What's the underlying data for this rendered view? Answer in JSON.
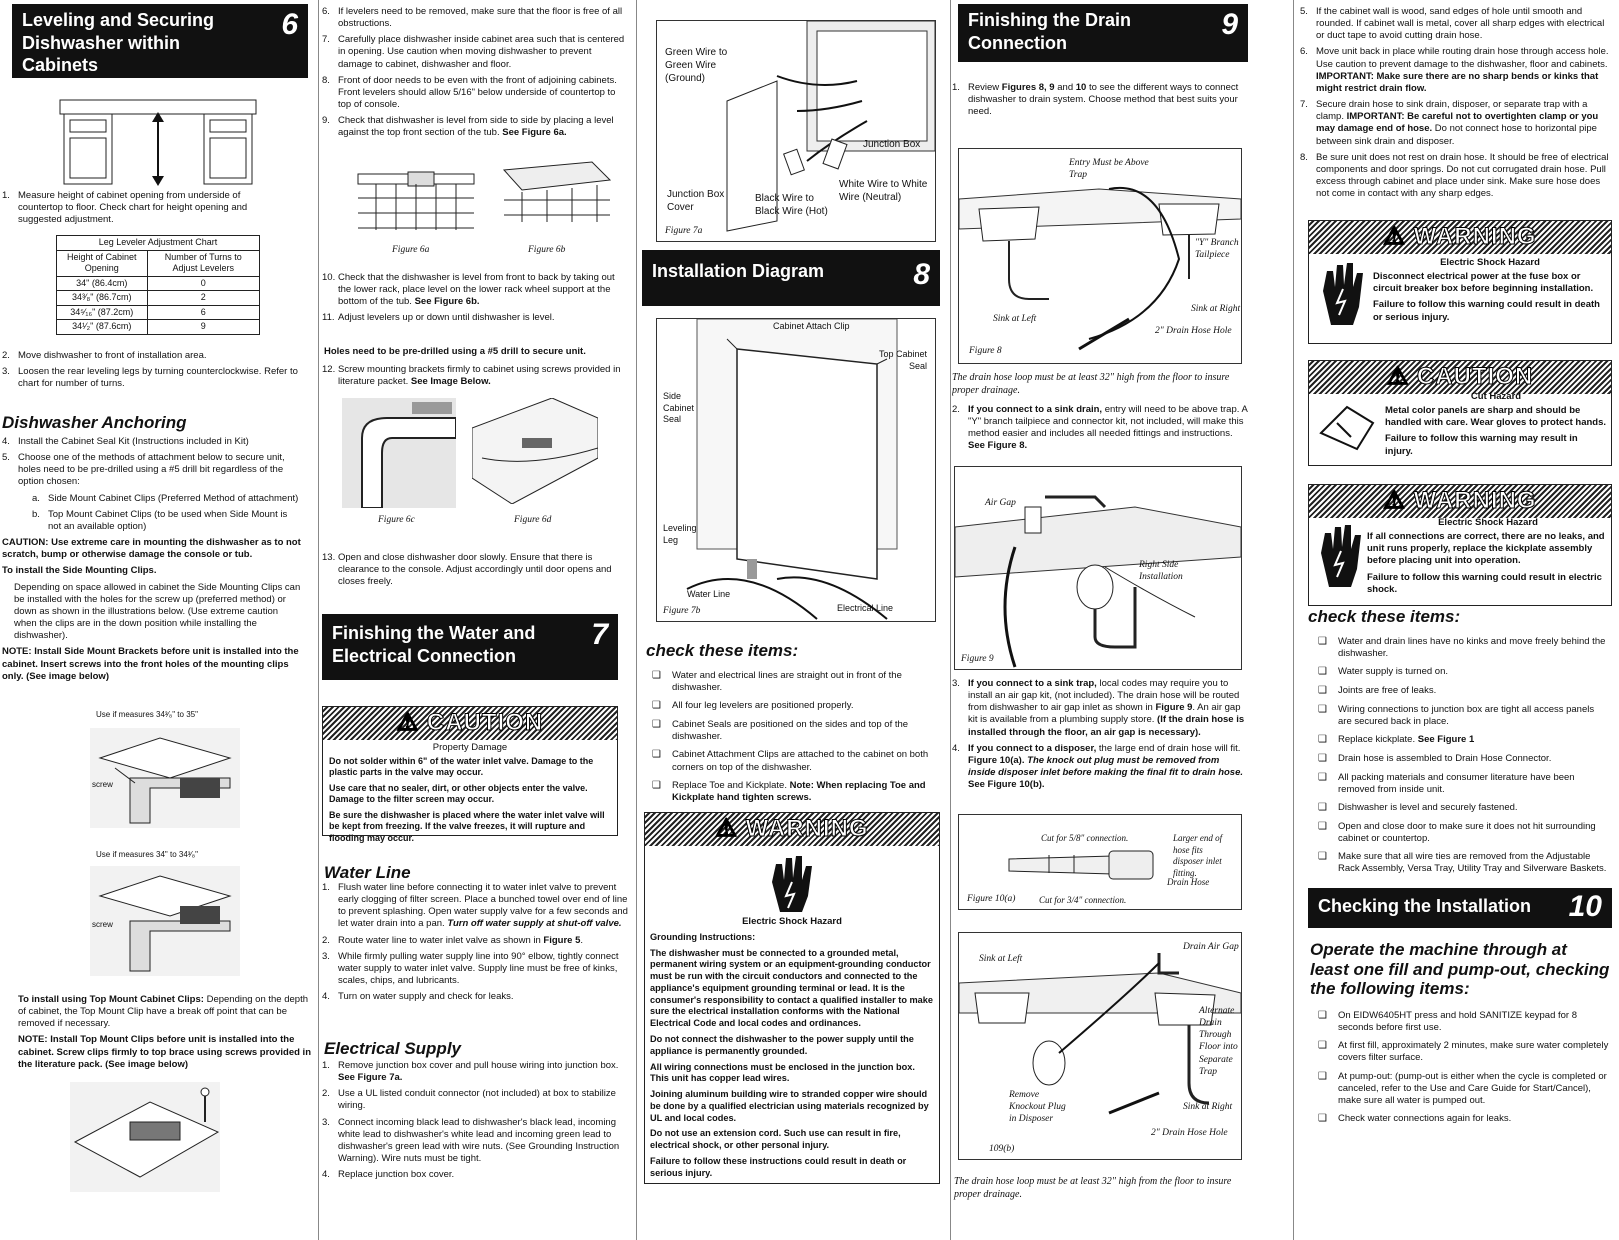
{
  "s6": {
    "title_l1": "Leveling and Securing",
    "title_l2": "Dishwasher within",
    "title_l3": "Cabinets",
    "num": "6",
    "step1": "Measure height of cabinet opening from underside of countertop to floor. Check chart for height opening and suggested adjustment.",
    "chart_title": "Leg Leveler Adjustment Chart",
    "chart_col1": "Height of Cabinet Opening",
    "chart_col2": "Number of Turns to Adjust Levelers",
    "rows": [
      {
        "h": "34\" (86.4cm)",
        "t": "0"
      },
      {
        "h": "34³⁄₈\" (86.7cm)",
        "t": "2"
      },
      {
        "h": "34⁵⁄₁₆\" (87.2cm)",
        "t": "6"
      },
      {
        "h": "34¹⁄₂\" (87.6cm)",
        "t": "9"
      }
    ],
    "step2": "Move dishwasher to front of installation area.",
    "step3": "Loosen the rear leveling legs by turning counterclockwise. Refer to chart for number of turns.",
    "anchoring_title": "Dishwasher Anchoring",
    "step4": "Install the Cabinet Seal Kit (Instructions included in Kit)",
    "step5": "Choose one of the methods of attachment below to secure unit, holes need to be pre-drilled using a #5 drill bit regardless of the option chosen:",
    "opt_a": "Side Mount Cabinet Clips  (Preferred Method of attachment)",
    "opt_b": "Top Mount Cabinet Clips (to be used when Side Mount is not an available option)",
    "caution": "CAUTION:  Use extreme care in mounting the dishwasher as to not scratch, bump or otherwise damage the console or tub.",
    "side_heading": "To install the Side Mounting Clips.",
    "side_text": "Depending on space allowed in cabinet the Side Mounting Clips can be installed with the holes for the screw up (preferred method) or down as shown in the illustrations below.  (Use extreme caution when the clips are in the down position while installing the dishwasher).",
    "note1": "NOTE: Install Side Mount Brackets before unit is installed into the cabinet.  Insert screws into the front holes of the mounting clips only. (See image below)",
    "use1": "Use if measures 34³⁄₈\" to 35\"",
    "use2": "Use if measures 34\" to 34³⁄₈\"",
    "screw": "screw",
    "top_heading": "To install using Top Mount Cabinet Clips:",
    "top_text": "Depending on the depth of cabinet, the Top Mount  Clip have a break off point that can be removed if  necessary.",
    "note2": "NOTE:  Install Top Mount Clips before unit is installed into the cabinet.  Screw clips firmly to top brace using screws provided in the literature pack. (See image below)"
  },
  "col2": {
    "step6": "If levelers need to be removed, make sure that the floor is free of all obstructions.",
    "step7": "Carefully place dishwasher inside cabinet area such that is centered in opening. Use caution when moving dishwasher to prevent damage to cabinet, dishwasher and floor.",
    "step8": "Front of door needs to be even with the front of adjoining cabinets. Front levelers should allow 5/16\" below underside of countertop to top of console.",
    "step9": "Check that dishwasher is level from side to side by  placing a level against the top front section of the tub.",
    "step9_ref": "See Figure 6a.",
    "fig6a": "Figure  6a",
    "fig6b": "Figure  6b",
    "step10": "Check that the dishwasher is level from front to back by taking out the lower rack, place level on the lower rack wheel support at the bottom of the tub.",
    "step10_ref": "See Figure 6b.",
    "step11": "Adjust levelers up or down until dishwasher is level.",
    "predrill": "Holes need to be pre-drilled using a #5 drill to secure unit.",
    "step12": "Screw mounting brackets firmly to cabinet  using screws provided in literature packet.",
    "step12_ref": "See Image Below.",
    "fig6c": "Figure  6c",
    "fig6d": "Figure  6d",
    "step13": "Open and close dishwasher door slowly. Ensure that there is clearance to the console.  Adjust accordingly until door opens and closes freely.",
    "s7_title_l1": "Finishing  the  Water  and",
    "s7_title_l2": "Electrical  Connection",
    "s7_num": "7",
    "caution_word": "CAUTION",
    "caution_sub": "Property Damage",
    "caution_p1": "Do not solder within 6\" of the water inlet valve. Damage to the plastic parts in the valve may occur.",
    "caution_p2": "Use care that no sealer, dirt, or other objects enter the valve. Damage to the filter screen may occur.",
    "caution_p3": "Be sure the dishwasher is placed where the water inlet valve will be kept from freezing. If the valve freezes, it will rupture and flooding may occur.",
    "water_title": "Water Line",
    "w1": "Flush water line before connecting it to water inlet valve to prevent early clogging of filter screen. Place a bunched towel over end of line to prevent splashing. Open water supply valve for a few seconds and let water drain into a pan.",
    "w1_em": "Turn off water supply at shut-off valve.",
    "w2": "Route water line to water inlet valve as shown in",
    "w2_ref": "Figure 5",
    "w3": "While firmly pulling water supply line into 90° elbow, tightly connect water supply to water inlet valve. Supply line must be free of kinks, scales, chips, and lubricants.",
    "w4": "Turn on water supply and check for leaks.",
    "elec_title": "Electrical Supply",
    "e1": "Remove junction box cover and pull house wiring into junction box.",
    "e1_ref": "See Figure 7a.",
    "e2": "Use a UL listed conduit connector (not included) at box to stabilize wiring.",
    "e3": "Connect incoming black lead to dishwasher's black lead, incoming white lead to dishwasher's white lead and incoming green lead to dishwasher's green lead with wire nuts. (See Grounding Instruction Warning).  Wire nuts must be tight.",
    "e4": "Replace junction box cover."
  },
  "col3": {
    "fig7a_labels": {
      "green": "Green Wire to Green Wire (Ground)",
      "jbox": "Junction Box",
      "cover": "Junction Box Cover",
      "black": "Black Wire to Black Wire (Hot)",
      "white": "White Wire to White Wire (Neutral)",
      "cap": "Figure  7a"
    },
    "s8_title": "Installation  Diagram",
    "s8_num": "8",
    "fig7b_labels": {
      "clip": "Cabinet Attach Clip",
      "topseal": "Top Cabinet Seal",
      "sideseal": "Side Cabinet Seal",
      "leg": "Leveling Leg",
      "water": "Water Line",
      "elec": "Electrical Line",
      "cap": "Figure  7b"
    },
    "check_title": "check these items:",
    "checks": [
      "Water and electrical lines are straight out in front of the dishwasher.",
      "All four leg levelers are positioned properly.",
      "Cabinet Seals are positioned on the sides and top of the dishwasher.",
      "Cabinet Attachment Clips are attached to the cabinet on both corners on top of the dishwasher."
    ],
    "check5": "Replace Toe and Kickplate.",
    "check5_note": "Note: When replacing Toe and Kickplate hand tighten screws.",
    "warning_word": "WARNING",
    "warn_sub": "Electric Shock Hazard",
    "ground_title": "Grounding Instructions:",
    "g1": "The dishwasher must be connected to a grounded metal, permanent wiring system or an equipment-grounding conductor must be run with the circuit conductors and connected to the appliance's equipment grounding terminal or lead. It is the consumer's responsibility to contact a qualified installer to make sure the electrical installation conforms with the National Electrical Code and local codes and ordinances.",
    "g2": "Do not connect the dishwasher to the power supply until the appliance is permanently grounded.",
    "g3": "All wiring connections must be enclosed in the junction box. This unit has copper lead wires.",
    "g4": "Joining aluminum building wire to stranded copper wire should be done by a qualified electrician using materials recognized by UL and local codes.",
    "g5": "Do not use an extension cord. Such use can result in fire, electrical shock, or other personal injury.",
    "g6": "Failure to follow these instructions could result in death or serious injury."
  },
  "col4": {
    "s9_title_l1": "Finishing  the  Drain",
    "s9_title_l2": "Connection",
    "s9_num": "9",
    "d1": "Review",
    "d1_ref": "Figures 8, 9",
    "d1_and": "and",
    "d1_ref2": "10",
    "d1_rest": "to see the different ways to connect dishwasher to drain system. Choose method that best suits your need.",
    "fig8_labels": {
      "entry": "Entry Must be Above Trap",
      "y": "\"Y\" Branch Tailpiece",
      "left": "Sink at Left",
      "right": "Sink at Right",
      "hole": "2\" Drain Hose Hole",
      "cap": "Figure  8"
    },
    "loop_note": "The drain hose loop must be at least 32\" high from the floor to insure proper drainage.",
    "d2_lead": "If you connect to a sink drain,",
    "d2": "entry will need to be above trap. A \"Y\" branch tailpiece and connector kit, not included, will make this method easier and includes all needed fittings and instructions.",
    "d2_ref": "See Figure 8.",
    "fig9_labels": {
      "airgap": "Air Gap",
      "right": "Right Side Installation",
      "cap": "Figure 9"
    },
    "d3_lead": "If you connect to a sink trap,",
    "d3": "local codes may require you to install an air gap kit, (not included). The drain hose will be routed from dishwasher to air gap inlet as shown in",
    "d3_ref": "Figure 9",
    "d3_b": ". An air gap kit is available from a plumbing supply store.",
    "d3_bold": "(If the drain hose is installed through the floor, an air gap is necessary).",
    "d4_lead": "If you connect to a disposer,",
    "d4": "the large end of drain hose will fit.",
    "d4_ref": "Figure 10(a).",
    "d4_em": "The knock out plug must be removed from inside disposer inlet before making the final fit to drain hose.",
    "d4_ref2": "See Figure 10(b).",
    "fig10a_labels": {
      "cut58": "Cut for 5/8\" connection.",
      "larger": "Larger end of hose fits disposer inlet fitting.",
      "hose": "Drain Hose",
      "cut34": "Cut for 3/4\" connection.",
      "cap": "Figure  10(a)"
    },
    "fig10b_labels": {
      "left": "Sink at Left",
      "airgap": "Drain Air Gap",
      "alt": "Alternate Drain Through Floor into Separate Trap",
      "remove": "Remove Knockout Plug in Disposer",
      "right": "Sink at Right",
      "hole": "2\" Drain Hose Hole",
      "cap": "109(b)"
    },
    "loop_note2": "The drain hose loop must be at least 32\" high from the floor to insure proper drainage."
  },
  "col5": {
    "s5": "If the cabinet wall is wood, sand edges of hole until smooth and rounded. If cabinet wall is metal, cover all sharp edges with electrical or duct tape to avoid cutting drain hose.",
    "s6": "Move unit back in place while routing drain hose through access hole. Use caution to prevent damage to the dishwasher, floor and cabinets.",
    "s6_bold": "IMPORTANT: Make sure there are no sharp bends or kinks that might restrict drain flow.",
    "s7": "Secure drain hose to sink drain, disposer, or separate trap with a clamp.",
    "s7_bold": "IMPORTANT:  Be careful not to overtighten clamp or you may damage end of hose.",
    "s7_rest": "Do not connect hose to horizontal pipe between sink drain and disposer.",
    "s8": "Be sure unit does not rest on drain hose. It should be free of electrical components and door springs. Do not cut corrugated drain hose.  Pull excess through cabinet and place under sink. Make sure hose does not come in contact with any sharp edges.",
    "warn1_word": "WARNING",
    "warn1_sub": "Electric Shock Hazard",
    "warn1_p1": "Disconnect electrical power at the fuse box or circuit breaker box before beginning installation.",
    "warn1_p2": "Failure to follow this warning could result in death or serious injury.",
    "caut_word": "CAUTION",
    "caut_sub": "Cut Hazard",
    "caut_p1": "Metal color panels are sharp and should be handled with care. Wear gloves to protect hands.",
    "caut_p2": "Failure to follow this warning may result in injury.",
    "warn2_word": "WARNING",
    "warn2_sub": "Electric Shock Hazard",
    "warn2_p1": "If all connections are correct, there are no leaks, and unit runs properly, replace the kickplate assembly before placing unit into operation.",
    "warn2_p2": "Failure to follow this warning could result in electric shock.",
    "check_title": "check these items:",
    "checks": [
      "Water and drain lines have no kinks and move freely behind the dishwasher.",
      "Water supply is turned on.",
      "Joints are free of leaks.",
      "Wiring connections to junction box are tight all access panels are secured back in place."
    ],
    "check5": "Replace kickplate.",
    "check5_ref": "See Figure 1",
    "checks2": [
      "Drain hose is assembled to Drain Hose Connector.",
      "All packing materials and consumer literature have been removed from inside unit.",
      "Dishwasher is level and securely fastened.",
      "Open and close door to make sure it does not hit surrounding cabinet or countertop.",
      "Make sure that all wire ties are removed from the Adjustable Rack Assembly, Versa Tray, Utility Tray and Silverware Baskets."
    ],
    "s10_title": "Checking the Installation",
    "s10_num": "10",
    "operate": "Operate the machine through at least one fill and pump-out, checking the following items:",
    "ops": [
      "On EIDW6405HT press and hold SANITIZE keypad  for 8 seconds before first use.",
      "At first fill, approximately 2 minutes, make sure water completely covers filter surface.",
      "At pump-out: (pump-out is either when the cycle is completed or canceled, refer to the Use and Care Guide for Start/Cancel), make sure all water is pumped out.",
      "Check water connections again for leaks."
    ]
  }
}
